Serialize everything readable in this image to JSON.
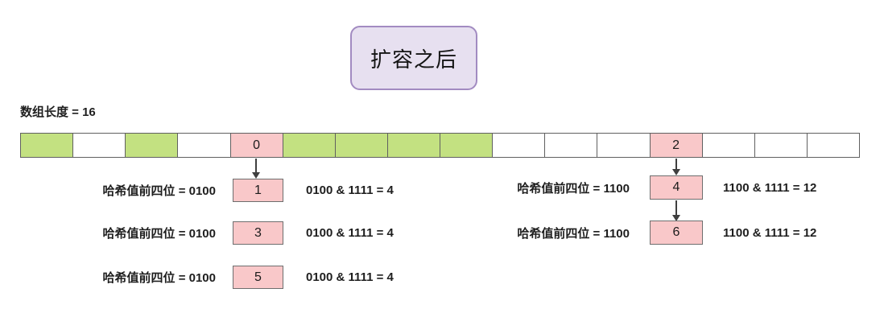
{
  "title": "扩容之后",
  "array": {
    "length_label": "数组长度 = 16",
    "length": 16,
    "cells": [
      {
        "color": "green",
        "text": ""
      },
      {
        "color": "white",
        "text": ""
      },
      {
        "color": "green",
        "text": ""
      },
      {
        "color": "white",
        "text": ""
      },
      {
        "color": "pink",
        "text": "0"
      },
      {
        "color": "green",
        "text": ""
      },
      {
        "color": "green",
        "text": ""
      },
      {
        "color": "green",
        "text": ""
      },
      {
        "color": "green",
        "text": ""
      },
      {
        "color": "white",
        "text": ""
      },
      {
        "color": "white",
        "text": ""
      },
      {
        "color": "white",
        "text": ""
      },
      {
        "color": "pink",
        "text": "2"
      },
      {
        "color": "white",
        "text": ""
      },
      {
        "color": "white",
        "text": ""
      },
      {
        "color": "white",
        "text": ""
      }
    ]
  },
  "left_chain": {
    "rows": [
      {
        "label": "哈希值前四位 = 0100",
        "node": "1",
        "result": "0100 & 1111 = 4"
      },
      {
        "label": "哈希值前四位 = 0100",
        "node": "3",
        "result": "0100 & 1111 = 4"
      },
      {
        "label": "哈希值前四位 = 0100",
        "node": "5",
        "result": "0100 & 1111 = 4"
      }
    ]
  },
  "right_chain": {
    "rows": [
      {
        "label": "哈希值前四位 = 1100",
        "node": "4",
        "result": "1100 & 1111 = 12"
      },
      {
        "label": "哈希值前四位 = 1100",
        "node": "6",
        "result": "1100 & 1111 = 12"
      }
    ]
  },
  "colors": {
    "cell_green": "#c3e181",
    "cell_pink": "#f9c8c9",
    "cell_white": "#ffffff",
    "cell_border": "#606060",
    "title_bg": "#e7e0f0",
    "title_border": "#a28bc1",
    "arrow": "#3f3f3f",
    "text": "#1e1e1e"
  }
}
